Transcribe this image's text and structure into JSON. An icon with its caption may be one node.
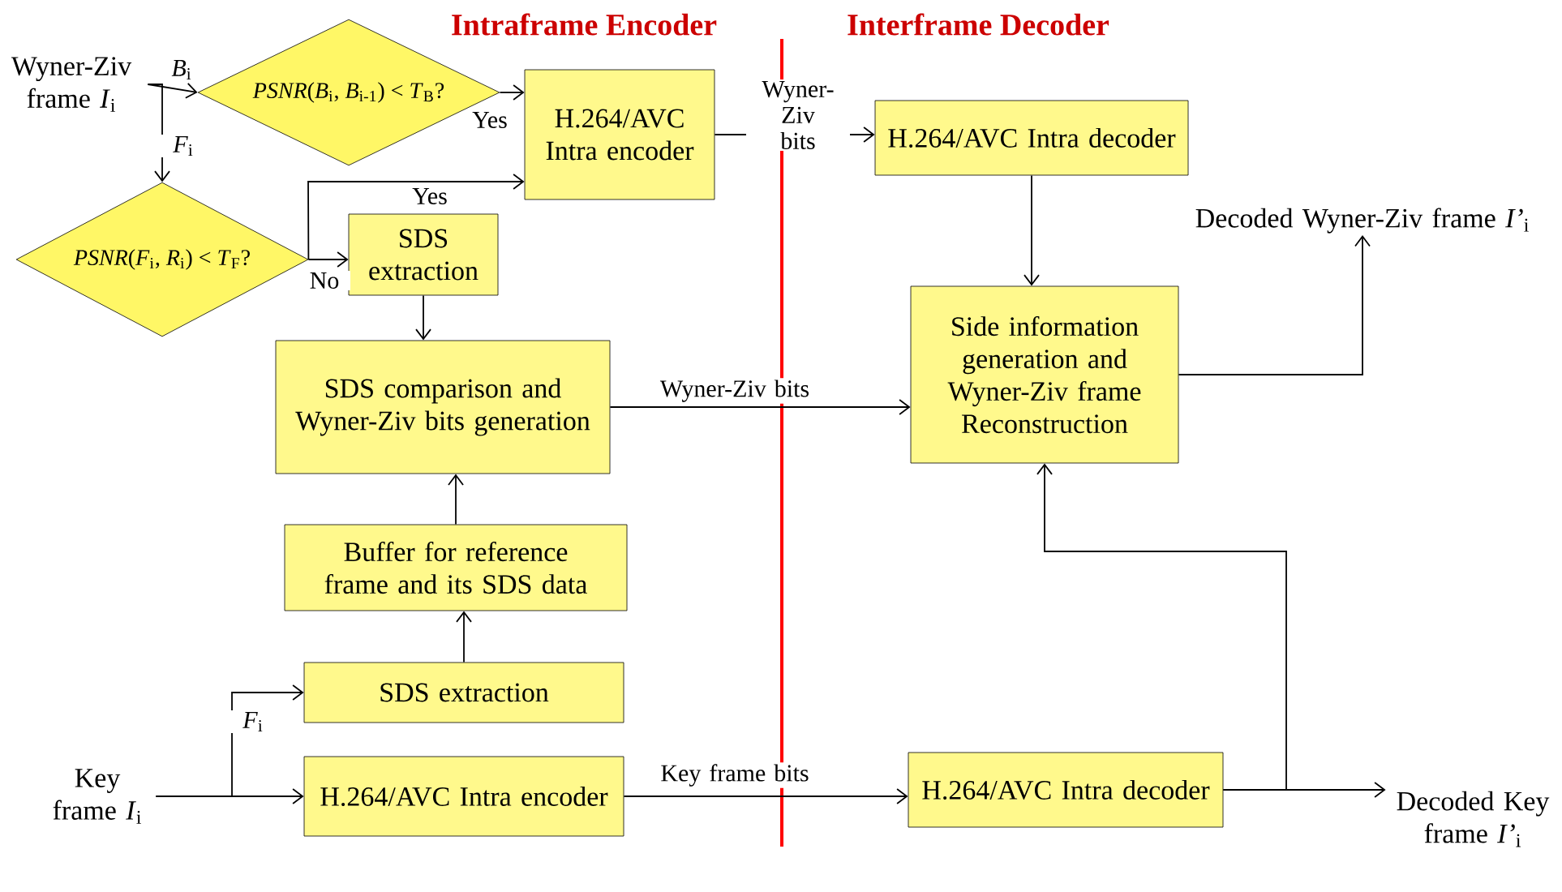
{
  "diagram": {
    "nodes": [
      {
        "text": [
          "Wyner-Ziv frame *I*$_{i}$"
        ]
      },
      {
        "text": [
          "*PSNR*(*B*$_{i}$, *B*$_{i-1}$) < *T*$_{B}$?"
        ]
      },
      {
        "text": [
          "H.264/AVC Intra encoder"
        ]
      },
      {
        "text": [
          "*PSNR*(*F*$_{i}$, *R*$_{i}$) < *T*$_{F}$?"
        ]
      },
      {
        "text": [
          "SDS extraction"
        ]
      },
      {
        "text": [
          "SDS comparison and Wyner-Ziv bits generation"
        ]
      },
      {
        "text": [
          "Buffer for reference frame and its SDS data"
        ]
      },
      {
        "text": [
          "SDS extraction"
        ]
      },
      {
        "text": [
          "H.264/AVC Intra encoder"
        ]
      },
      {
        "text": [
          "Key frame *I*$_{i}$"
        ]
      },
      {
        "text": [
          "H.264/AVC Intra decoder"
        ]
      },
      {
        "text": [
          "Side information generation and Wyner-Ziv frame Reconstruction"
        ]
      },
      {
        "text": [
          "Decoded Wyner-Ziv frame *I’*$_{i}$"
        ]
      },
      {
        "text": [
          "H.264/AVC Intra decoder"
        ]
      },
      {
        "text": [
          "Decoded Key frame *I’*$_{i}$"
        ]
      }
    ],
    "edges": [
      {
        "from": 0,
        "to": 1,
        "arrow": "to",
        "label": "*B*$_{i}$"
      },
      {
        "from": 0,
        "to": 3,
        "arrow": "to",
        "label": "*F*$_{i}$"
      },
      {
        "from": 1,
        "to": 2,
        "arrow": "to",
        "label": "Yes"
      },
      {
        "from": 3,
        "to": 2,
        "arrow": "to",
        "label": "Yes"
      },
      {
        "from": 3,
        "to": 4,
        "arrow": "to",
        "label": "No"
      },
      {
        "from": 4,
        "to": 5,
        "arrow": "to"
      },
      {
        "from": 2,
        "to": 10,
        "arrow": "to",
        "label": "Wyner-Ziv bits"
      },
      {
        "from": 5,
        "to": 11,
        "arrow": "to",
        "label": "Wyner-Ziv bits"
      },
      {
        "from": 7,
        "to": 6,
        "arrow": "to"
      },
      {
        "from": 6,
        "to": 5,
        "arrow": "to"
      },
      {
        "from": 9,
        "to": 7,
        "arrow": "to",
        "label": "*F*$_{i}$"
      },
      {
        "from": 9,
        "to": 8,
        "arrow": "to"
      },
      {
        "from": 8,
        "to": 13,
        "arrow": "to",
        "label": "Key frame bits"
      },
      {
        "from": 10,
        "to": 11,
        "arrow": "to"
      },
      {
        "from": 11,
        "to": 12,
        "arrow": "to"
      },
      {
        "from": 13,
        "to": 14,
        "arrow": "to"
      },
      {
        "from": 13,
        "to": 11,
        "arrow": "to"
      }
    ],
    "labels": [
      "Intraframe Encoder",
      "Interframe Decoder"
    ]
  }
}
